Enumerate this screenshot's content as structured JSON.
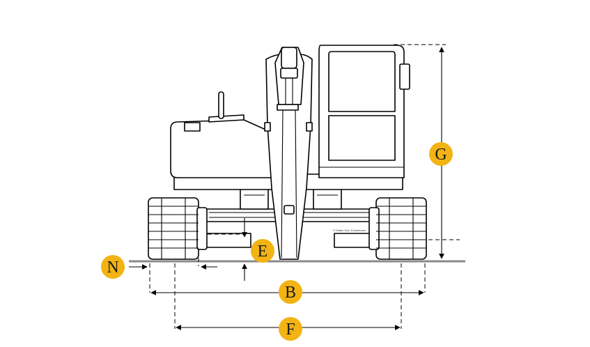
{
  "labels": {
    "N": "N",
    "E": "E",
    "B": "B",
    "F": "F",
    "G": "G"
  },
  "copyright_text": "© Diablo Dee, Eusetensen",
  "colors": {
    "badge_fill": "#F2B313",
    "line": "#000000",
    "ground": "#8A8A8A"
  }
}
